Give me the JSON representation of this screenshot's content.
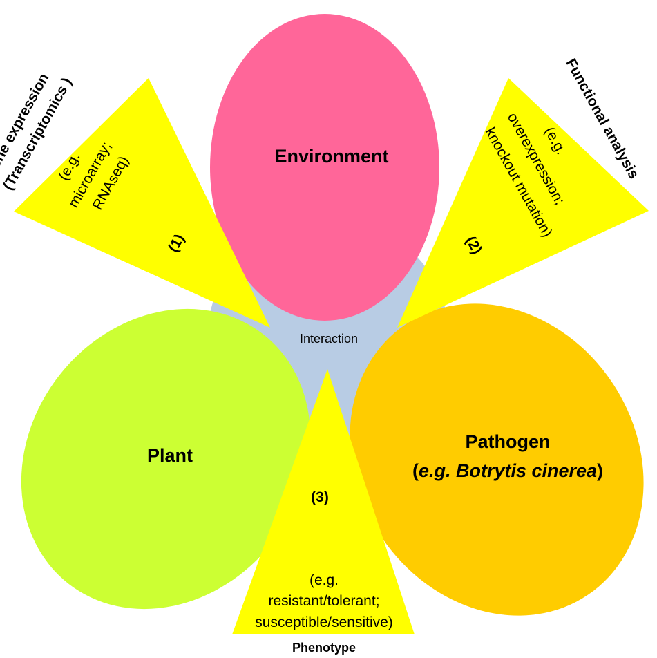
{
  "colors": {
    "environment": "#ff6699",
    "plant": "#ccff33",
    "pathogen": "#ffcc00",
    "interaction": "#b8cce4",
    "wedge": "#ffff00",
    "text": "#000000",
    "background": "#ffffff"
  },
  "nodes": {
    "environment": "Environment",
    "interaction": "Interaction",
    "plant": "Plant",
    "pathogen_title": "Pathogen",
    "pathogen_paren_open": "(",
    "pathogen_example": "e.g. Botrytis cinerea",
    "pathogen_paren_close": ")"
  },
  "wedges": {
    "gene_expression": {
      "title_line1": "Gene expression",
      "title_line2": "(Transcriptomics )",
      "example_line1": "(e.g.",
      "example_line2": "microarray;",
      "example_line3": "RNAseq)",
      "number": "(1)"
    },
    "functional_analysis": {
      "title": "Functional analysis",
      "example_line1": "(e.g.",
      "example_line2": "overexpression;",
      "example_line3": "knockout mutation)",
      "number": "(2)"
    },
    "phenotype": {
      "number": "(3)",
      "example_line1": "(e.g.",
      "example_line2": "resistant/tolerant;",
      "example_line3": "susceptible/sensitive)",
      "title": "Phenotype"
    }
  }
}
